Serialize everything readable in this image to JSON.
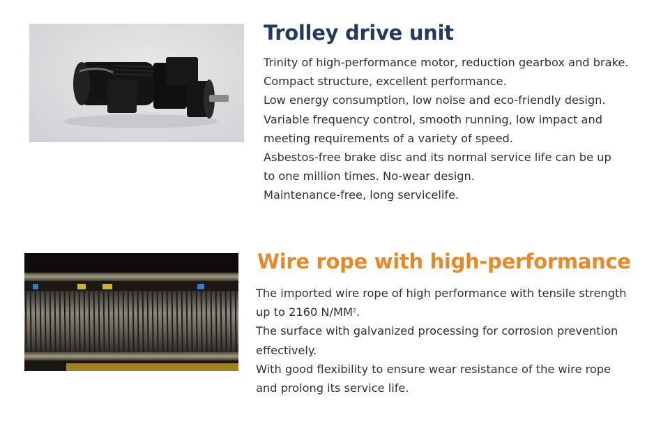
{
  "sections": [
    {
      "title": "Trolley drive unit",
      "title_color": "#233a5e",
      "image": "gear-motor-photo",
      "lines": [
        "Trinity of high-performance motor, reduction gearbox and brake.",
        "Compact structure, excellent performance.",
        "Low energy consumption, low noise and eco-friendly design.",
        "Variable frequency control, smooth running, low impact and",
        "meeting requirements of a variety of speed.",
        "Asbestos-free brake disc and its normal service life can be up",
        "to one million times. No-wear design.",
        "Maintenance-free, long servicelife."
      ]
    },
    {
      "title": "Wire rope with high-performance",
      "title_color": "#e58a2a",
      "image": "wire-rope-drum-photo",
      "lines": [
        "The imported wire rope of high performance with tensile strength",
        "up to 2160 N/MM",
        "The surface with galvanized processing for corrosion prevention",
        "effectively.",
        "With good flexibility to ensure wear resistance of the wire rope",
        "and prolong its service life."
      ],
      "superscript": "2",
      "superscript_suffix": "."
    }
  ]
}
